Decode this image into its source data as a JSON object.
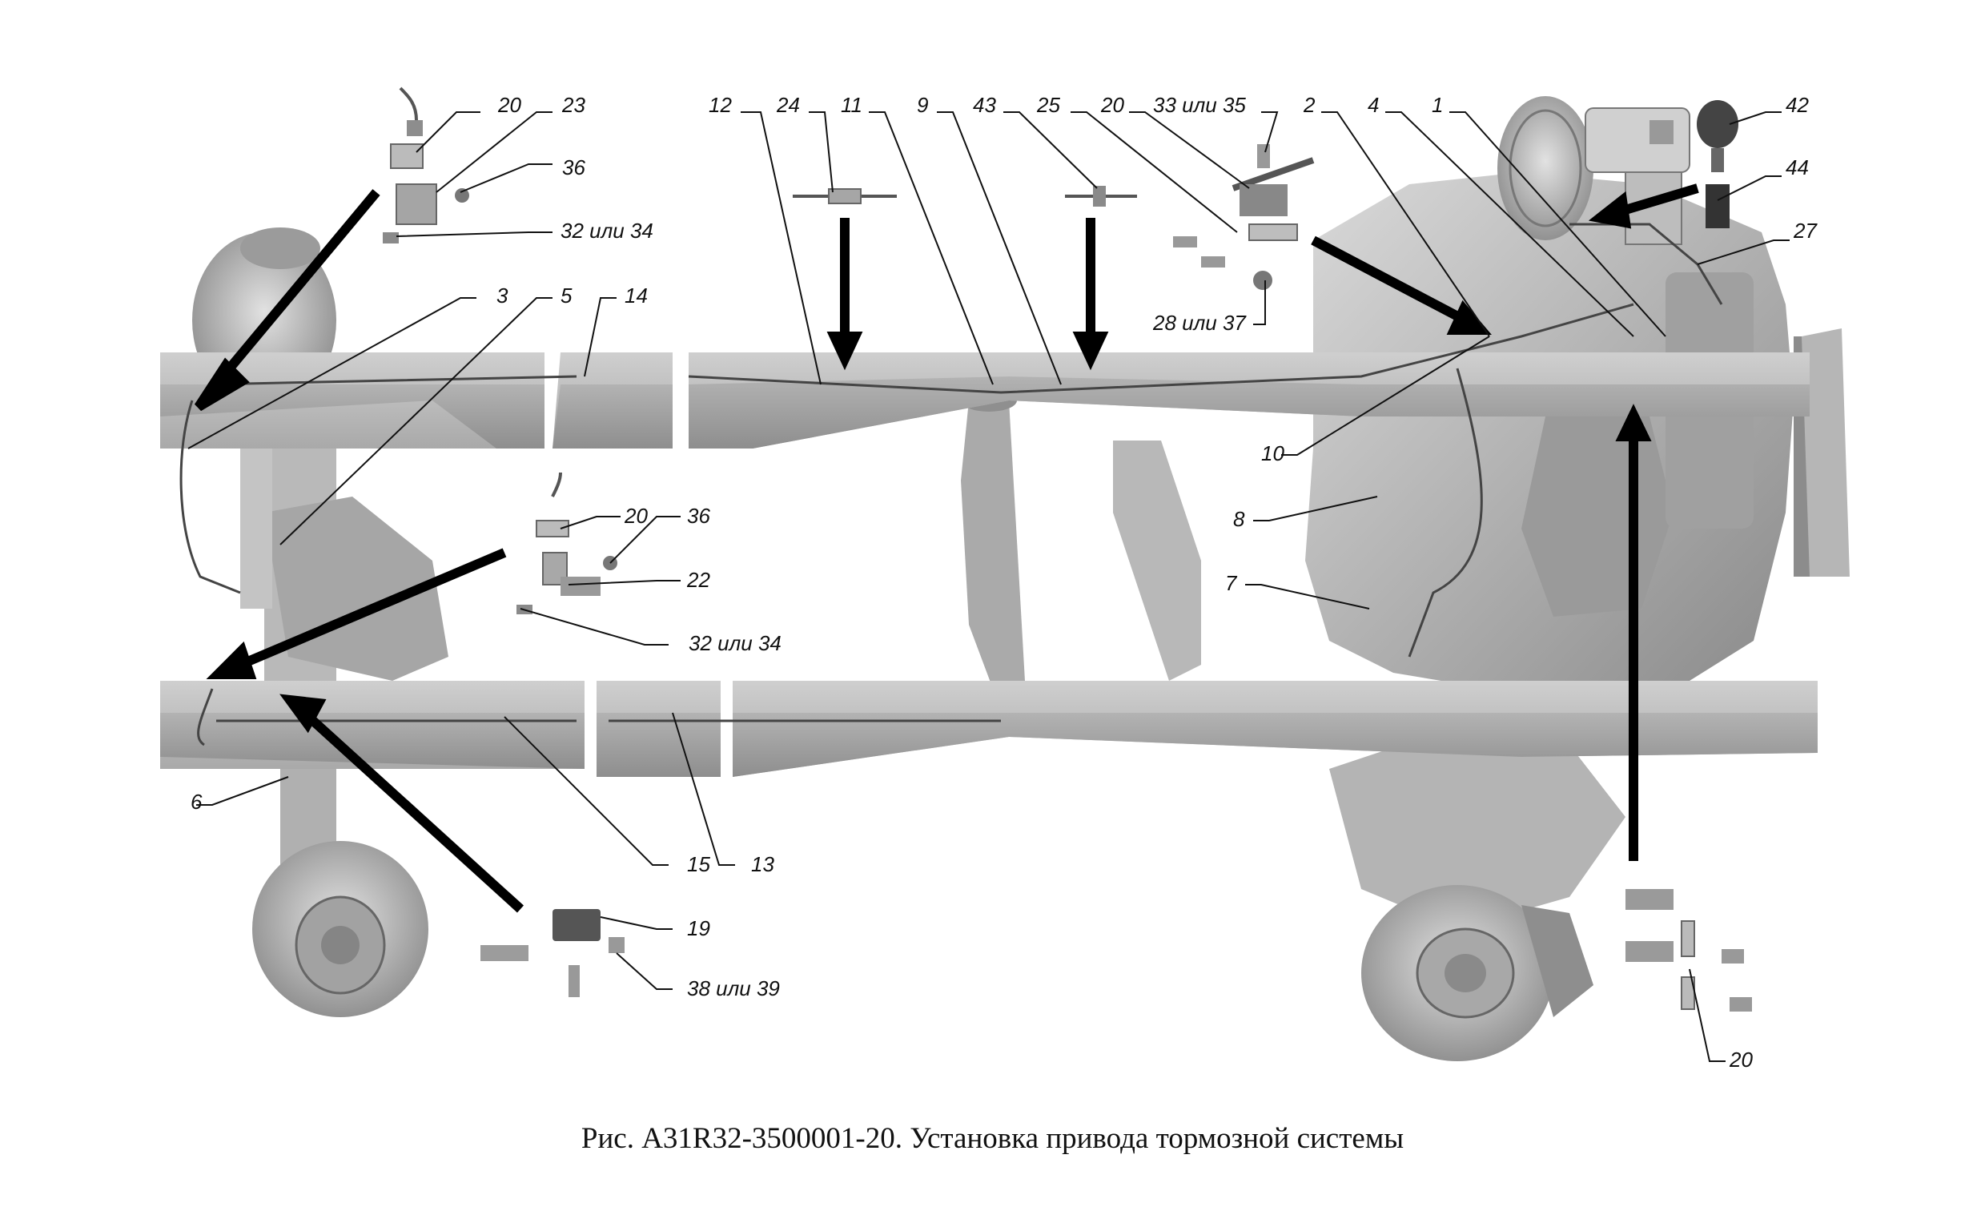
{
  "caption": "Рис. А31R32-3500001-20. Установка привода тормозной системы",
  "callouts": {
    "c20_tl": "20",
    "c23": "23",
    "c36_tl": "36",
    "c32_34_tl": "32 или 34",
    "c3": "3",
    "c5": "5",
    "c14": "14",
    "c20_ml": "20",
    "c36_ml": "36",
    "c22": "22",
    "c32_34_ml": "32 или 34",
    "c6": "6",
    "c15": "15",
    "c13": "13",
    "c19": "19",
    "c38_39": "38 или 39",
    "c12": "12",
    "c24": "24",
    "c11": "11",
    "c9": "9",
    "c43": "43",
    "c25": "25",
    "c20_tc": "20",
    "c33_35": "33 или 35",
    "c28_37": "28 или 37",
    "c2": "2",
    "c4": "4",
    "c1": "1",
    "c42": "42",
    "c44": "44",
    "c27": "27",
    "c10": "10",
    "c8": "8",
    "c7": "7",
    "c20_br": "20"
  }
}
